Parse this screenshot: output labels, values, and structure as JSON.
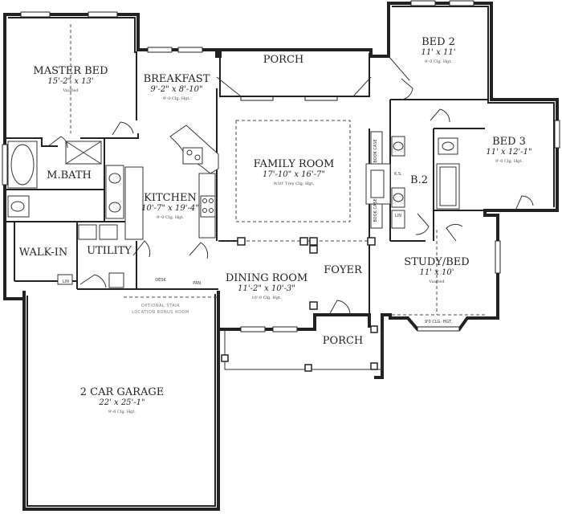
{
  "rooms": {
    "master_bed": {
      "name": "MASTER BED",
      "dim": "15'-2\" x 13'",
      "note": "Vaulted"
    },
    "breakfast": {
      "name": "BREAKFAST",
      "dim": "9'-2\" x 8'-10\"",
      "note": "9'-0 Clg. Hgt."
    },
    "porch_top": {
      "name": "PORCH"
    },
    "bed2": {
      "name": "BED 2",
      "dim": "11' x 11'",
      "note": "9'-0 Clg. Hgt."
    },
    "bed3": {
      "name": "BED 3",
      "dim": "11' x 12'-1\"",
      "note": "9'-0 Clg. Hgt."
    },
    "family_room": {
      "name": "FAMILY ROOM",
      "dim": "17'-10\" x 16'-7\"",
      "note": "9/10' Trey Clg. Hgt."
    },
    "mbath": {
      "name": "M.BATH"
    },
    "kitchen": {
      "name": "KITCHEN",
      "dim": "10'-7\" x 19'-4\"",
      "note": "9'-0 Clg. Hgt."
    },
    "b2": {
      "name": "B.2"
    },
    "walkin": {
      "name": "WALK-IN"
    },
    "utility": {
      "name": "UTILITY"
    },
    "dining_room": {
      "name": "DINING ROOM",
      "dim": "11'-2\" x 10'-3\"",
      "note": "10'-0 Clg. Hgt."
    },
    "foyer": {
      "name": "FOYER"
    },
    "study_bed": {
      "name": "STUDY/BED",
      "dim": "11' x 10'",
      "note": "Vaulted"
    },
    "porch_front": {
      "name": "PORCH"
    },
    "garage": {
      "name": "2 CAR GARAGE",
      "dim": "22' x 25'-1\"",
      "note": "9'-0 Clg. Hgt."
    }
  },
  "labels": {
    "desk": "DESK",
    "pan": "PAN.",
    "lin_walkin": "LIN",
    "lin_bath": "LIN",
    "bookcase_left": "BOOK CASE",
    "bookcase_right": "BOOK CASE",
    "stair_note_1": "OPTIONAL STAIR",
    "stair_note_2": "LOCATION BONUS ROOM",
    "bay_note": "9'0 CLG. HGT.",
    "ks": "K.S."
  }
}
